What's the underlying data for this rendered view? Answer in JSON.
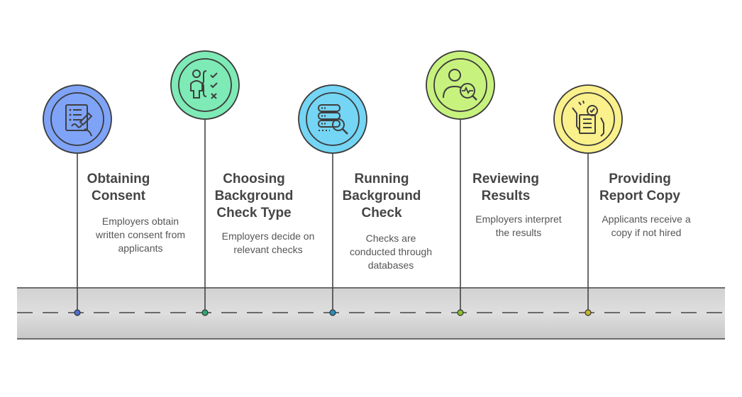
{
  "steps": [
    {
      "title": "Obtaining\nConsent",
      "description": "Employers obtain\nwritten consent from\napplicants",
      "icon": "document-signing-icon",
      "color": "#7FA3F7",
      "dot_color": "#4A6FD1"
    },
    {
      "title": "Choosing\nBackground\nCheck Type",
      "description": "Employers decide on\nrelevant checks",
      "icon": "person-checklist-icon",
      "color": "#7EEAB6",
      "dot_color": "#2FA872"
    },
    {
      "title": "Running\nBackground\nCheck",
      "description": "Checks are\nconducted through\ndatabases",
      "icon": "database-search-icon",
      "color": "#74D5F4",
      "dot_color": "#2A8FBF"
    },
    {
      "title": "Reviewing\nResults",
      "description": "Employers interpret\nthe results",
      "icon": "person-analysis-icon",
      "color": "#C8F27E",
      "dot_color": "#8BBE2D"
    },
    {
      "title": "Providing\nReport Copy",
      "description": "Applicants receive a\ncopy if not hired",
      "icon": "report-approval-icon",
      "color": "#FAF08C",
      "dot_color": "#C9B52A"
    }
  ]
}
